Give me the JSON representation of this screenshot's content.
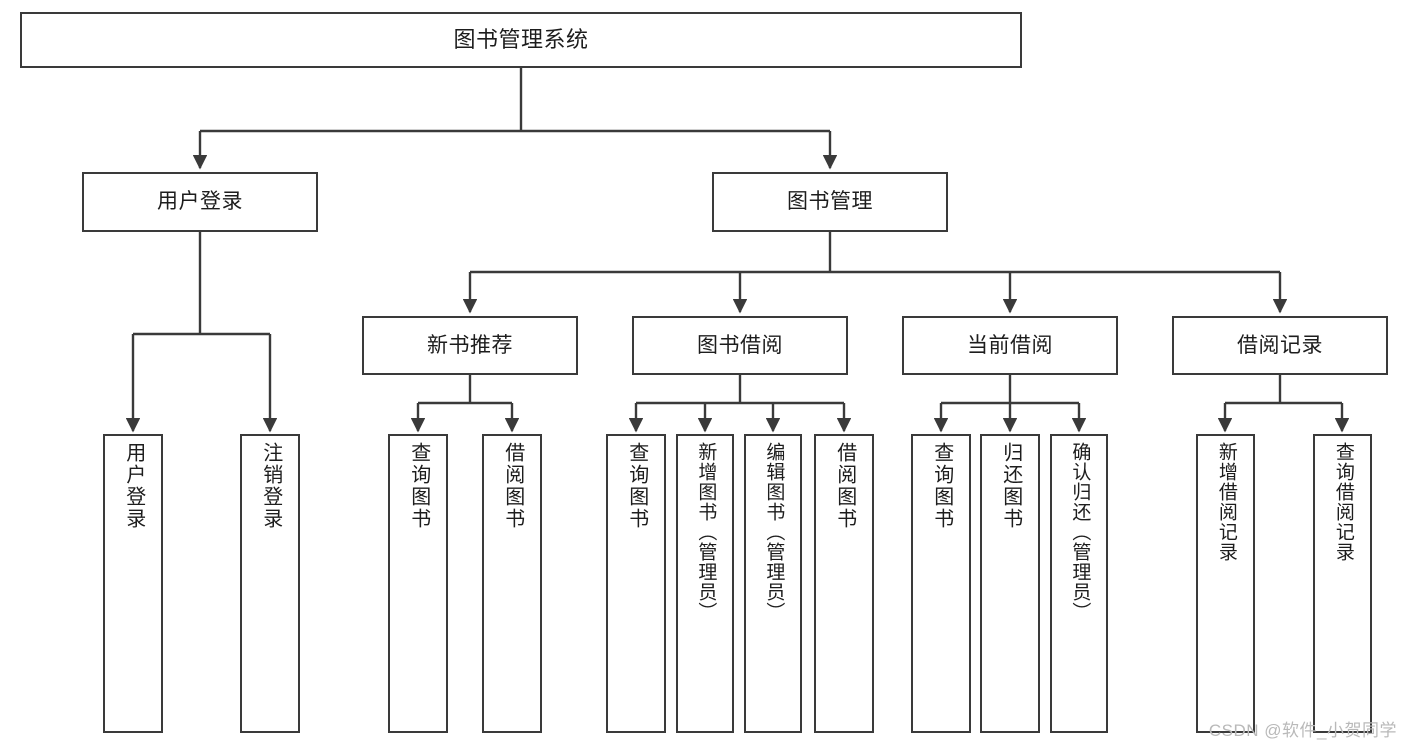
{
  "diagram": {
    "title": "图书管理系统",
    "type": "tree",
    "watermark": "CSDN @软件_小贺同学",
    "colors": {
      "background": "#ffffff",
      "box_border": "#3a3a3a",
      "box_fill": "#ffffff",
      "text": "#1d1d1d",
      "connector": "#3a3a3a",
      "watermark": "#b9b9b9"
    },
    "levels": {
      "root": {
        "label": "图书管理系统"
      },
      "level2": [
        {
          "id": "user-login",
          "label": "用户登录"
        },
        {
          "id": "book-manage",
          "label": "图书管理"
        }
      ],
      "level3": [
        {
          "id": "new-book-rec",
          "label": "新书推荐",
          "parent": "book-manage"
        },
        {
          "id": "book-borrow",
          "label": "图书借阅",
          "parent": "book-manage"
        },
        {
          "id": "current-borrow",
          "label": "当前借阅",
          "parent": "book-manage"
        },
        {
          "id": "borrow-record",
          "label": "借阅记录",
          "parent": "book-manage"
        }
      ],
      "leaves": [
        {
          "id": "leaf-1",
          "label": "用户登录",
          "parent": "user-login"
        },
        {
          "id": "leaf-2",
          "label": "注销登录",
          "parent": "user-login"
        },
        {
          "id": "leaf-3",
          "label": "查询图书",
          "parent": "new-book-rec"
        },
        {
          "id": "leaf-4",
          "label": "借阅图书",
          "parent": "new-book-rec"
        },
        {
          "id": "leaf-5",
          "label": "查询图书",
          "parent": "book-borrow"
        },
        {
          "id": "leaf-6",
          "label": "新增图书（管理员）",
          "parent": "book-borrow"
        },
        {
          "id": "leaf-7",
          "label": "编辑图书（管理员）",
          "parent": "book-borrow"
        },
        {
          "id": "leaf-8",
          "label": "借阅图书",
          "parent": "book-borrow"
        },
        {
          "id": "leaf-9",
          "label": "查询图书",
          "parent": "current-borrow"
        },
        {
          "id": "leaf-10",
          "label": "归还图书",
          "parent": "current-borrow"
        },
        {
          "id": "leaf-11",
          "label": "确认归还（管理员）",
          "parent": "current-borrow"
        },
        {
          "id": "leaf-12",
          "label": "新增借阅记录",
          "parent": "borrow-record"
        },
        {
          "id": "leaf-13",
          "label": "查询借阅记录",
          "parent": "borrow-record"
        }
      ]
    }
  }
}
